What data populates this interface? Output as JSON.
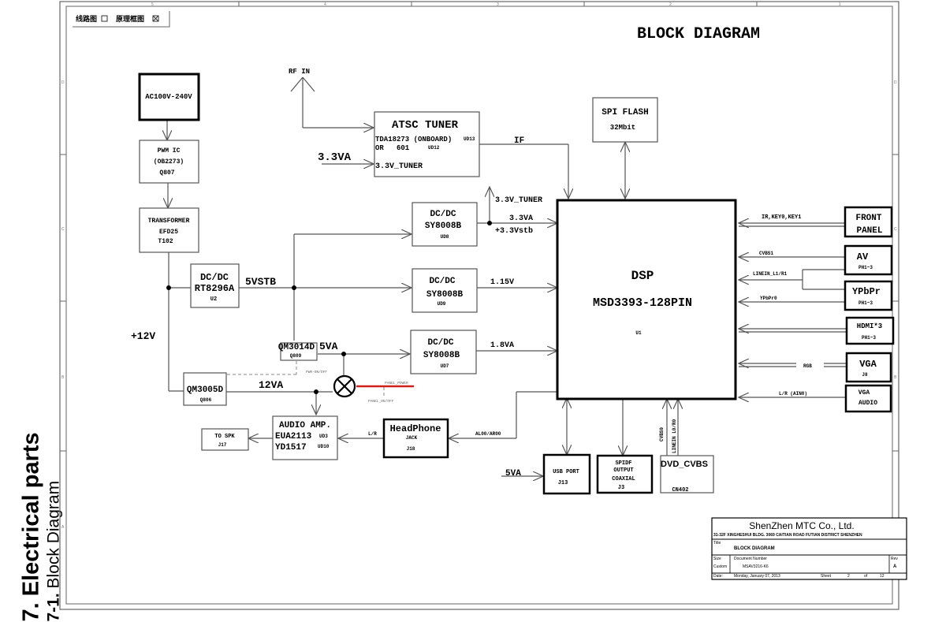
{
  "page": {
    "section_title": "7. Electrical parts",
    "subsection_title": "7-1.",
    "subsection_name": "Block Diagram"
  },
  "frame": {
    "column_markers": [
      "5",
      "4",
      "3",
      "2",
      "1"
    ],
    "row_markers": [
      "D",
      "C",
      "B",
      "A"
    ]
  },
  "legend": {
    "item1_label": "线路图",
    "item1_checked": false,
    "item2_label": "原理框图",
    "item2_checked": true,
    "checked_glyph": "☒",
    "unchecked_glyph": "☐"
  },
  "diagram": {
    "title": "BLOCK DIAGRAM",
    "blocks": {
      "ac_input": {
        "line1": "AC100V-240V"
      },
      "pwm_ic": {
        "line1": "PWM IC",
        "line2": "(OB2273)",
        "ref": "Q807"
      },
      "transformer": {
        "line1": "TRANSFORMER",
        "line2": "EFD25",
        "ref": "T102"
      },
      "dcdc_u2": {
        "line1": "DC/DC",
        "line2": "RT8296A",
        "ref": "U2"
      },
      "atsc_tuner": {
        "title": "ATSC TUNER",
        "line1": "TDA18273 (ONBOARD)",
        "ref1": "UD13",
        "line2": "OR   601",
        "ref2": "UD12",
        "pin": "3.3V_TUNER"
      },
      "spi_flash": {
        "line1": "SPI FLASH",
        "line2": "32Mbit"
      },
      "dcdc_ud8": {
        "line1": "DC/DC",
        "line2": "SY8008B",
        "ref": "UD8"
      },
      "dcdc_ud9": {
        "line1": "DC/DC",
        "line2": "SY8008B",
        "ref": "UD9"
      },
      "dcdc_ud7": {
        "line1": "DC/DC",
        "line2": "SY8008B",
        "ref": "UD7"
      },
      "dsp": {
        "line1": "DSP",
        "line2": "MSD3393-128PIN",
        "ref": "U1"
      },
      "qm3014d": {
        "line1": "QM3014D",
        "ref": "Q809"
      },
      "qm3005d": {
        "line1": "QM3005D",
        "ref": "Q806"
      },
      "audio_amp": {
        "line1": "AUDIO AMP.",
        "line2": "EUA2113",
        "ref2": "UD3",
        "line3": "YD1517",
        "ref3": "UD10"
      },
      "to_spk": {
        "line1": "TO SPK",
        "ref": "J17"
      },
      "headphone": {
        "line1": "HeadPhone",
        "line2": "JACK",
        "ref": "J18"
      },
      "usb_port": {
        "line1": "USB PORT",
        "ref": "J13"
      },
      "spdif": {
        "line1": "SPIDF",
        "line2": "OUTPUT",
        "line3": "COAXIAL",
        "ref": "J3"
      },
      "dvd_cvbs": {
        "line1": "DVD_CVBS",
        "ref": "CN402"
      },
      "front_panel": {
        "line1": "FRONT",
        "line2": "PANEL"
      },
      "av": {
        "line1": "AV",
        "ref": "PH1~3"
      },
      "ypbpr": {
        "line1": "YPbPr",
        "ref": "PH1~3"
      },
      "hdmi": {
        "line1": "HDMI*3",
        "ref": "PH1~3"
      },
      "vga": {
        "line1": "VGA",
        "ref": "J8"
      },
      "vga_audio": {
        "line1": "VGA",
        "line2": "AUDIO"
      }
    },
    "signals": {
      "rf_in": "RF IN",
      "v33a_tuner_in": "3.3VA",
      "if": "IF",
      "v33_tuner_out": "3.3V_TUNER",
      "v33a": "3.3VA",
      "v33stb": "+3.3Vstb",
      "v115": "1.15V",
      "v18a": "1.8VA",
      "v5stb": "5VSTB",
      "v5a": "5VA",
      "v12": "+12V",
      "v12a": "12VA",
      "pwr_onoff": "PWR-ON/OFF",
      "panel_power": "PANEL_POWER",
      "panel_onoff": "PANEL_ON/OFF",
      "ir_key": "IR,KEY0,KEY1",
      "cvbs1": "CVBS1",
      "linein_l1r1": "LINEIN_L1/R1",
      "ypbpr0": "YPbPr0",
      "rgb": "RGB",
      "lr_ain0": "L/R (AIN0)",
      "al00_ar00": "AL00/AR00",
      "lr": "L/R",
      "usb_5va": "5VA",
      "cvbs0": "CVBS0",
      "linein_l0r0": "LINEIN L0/R0"
    }
  },
  "title_block": {
    "company": "ShenZhen MTC Co., Ltd.",
    "address": "31-32F XINGHESHUI BLDG. 3069 CAITIAN ROAD FUTIAN DISTRICT SHENZHEN",
    "title_label": "Title",
    "title_value": "BLOCK DIAGRAM",
    "size_label": "Size",
    "size_value": "Custom",
    "docnum_label": "Document Number",
    "docnum_value": "MSAV3216-K6",
    "rev_label": "Rev",
    "rev_value": "A",
    "date_label": "Date:",
    "date_value": "Monday, January 07, 2013",
    "sheet_label": "Sheet",
    "sheet_value": "2",
    "of_label": "of",
    "of_value": "12"
  },
  "colors": {
    "line": "#555555",
    "heavy": "#000000",
    "panel_power": "#d0201c",
    "dashed": "#888888"
  }
}
